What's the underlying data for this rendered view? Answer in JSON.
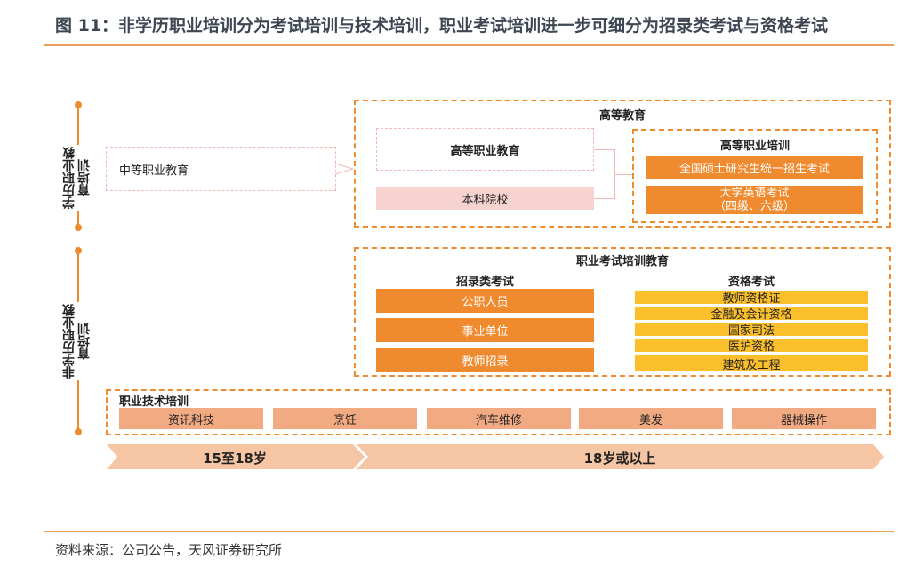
{
  "title": "图 11：非学历职业培训分为考试培训与技术培训，职业考试培训进一步可细分为招录类考试与资格考试",
  "source": "资料来源：公司公告，天风证券研究所",
  "labels": {
    "academic": "学历职业教育培训",
    "non_academic": "非学历职业教育培训"
  },
  "secondary": "中等职业教育",
  "higher": {
    "title": "高等教育",
    "vocational": "高等职业教育",
    "undergrad": "本科院校",
    "training_title": "高等职业培训",
    "training_items": [
      "全国硕士研究生统一招生考试",
      "大学英语考试",
      "（四级、六级）"
    ]
  },
  "exam": {
    "title": "职业考试培训教育",
    "recruit_title": "招录类考试",
    "recruit_items": [
      "公职人员",
      "事业单位",
      "教师招录"
    ],
    "qual_title": "资格考试",
    "qual_items": [
      "教师资格证",
      "金融及会计资格",
      "国家司法",
      "医护资格",
      "建筑及工程"
    ]
  },
  "tech": {
    "title": "职业技术培训",
    "items": [
      "资讯科技",
      "烹饪",
      "汽车维修",
      "美发",
      "器械操作"
    ]
  },
  "ages": [
    "15至18岁",
    "18岁或以上"
  ],
  "colors": {
    "orange": "#f08a2e",
    "yellow": "#fbbf2b",
    "peach": "#f2aa82",
    "pink": "#f7d3d0"
  }
}
